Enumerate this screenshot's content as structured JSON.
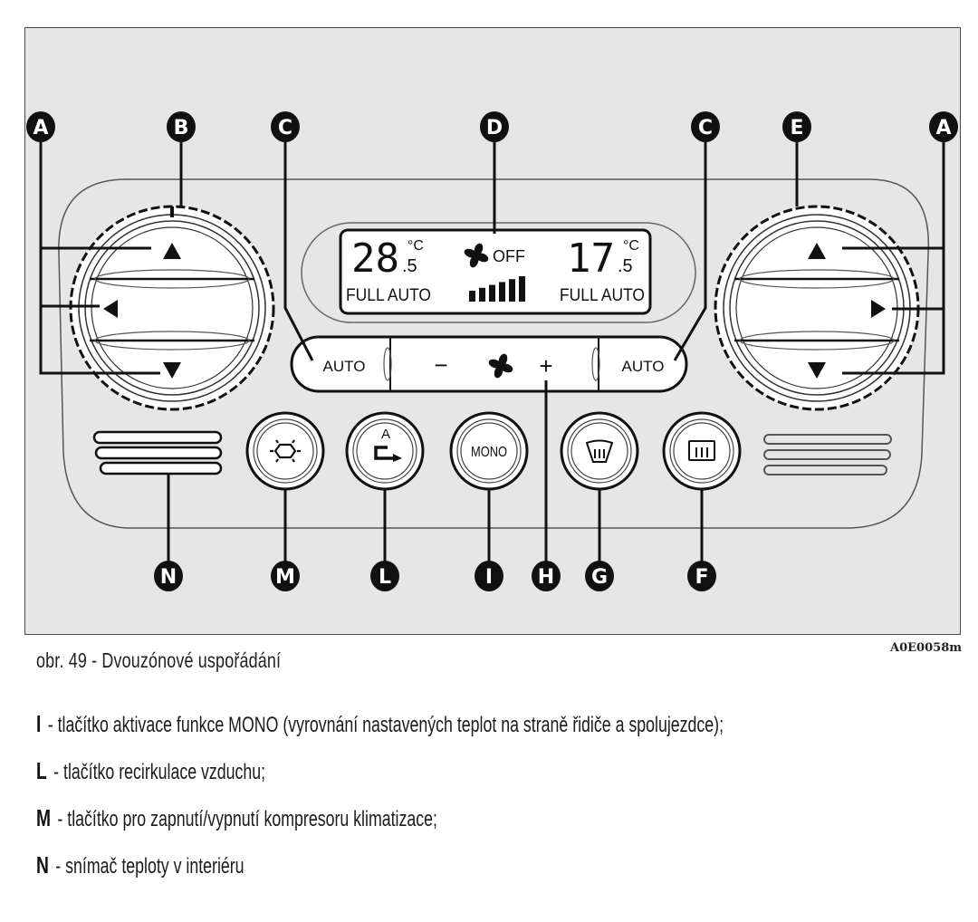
{
  "figure": {
    "caption": "obr. 49 - Dvouzónové uspořádání",
    "code": "A0E0058m",
    "callout_labels": {
      "A": "A",
      "B": "B",
      "C": "C",
      "D": "D",
      "E": "E",
      "F": "F",
      "G": "G",
      "H": "H",
      "I": "I",
      "L": "L",
      "M": "M",
      "N": "N"
    },
    "display": {
      "left_temp_main": "28",
      "left_temp_decimal": ".5",
      "left_unit": "°C",
      "left_mode": "FULL AUTO",
      "fan_status": "OFF",
      "fan_icon": "fan-icon",
      "right_temp_main": "17",
      "right_temp_decimal": ".5",
      "right_unit": "°C",
      "right_mode": "FULL AUTO",
      "fan_level_bars": 6
    },
    "controls": {
      "auto_left": "AUTO",
      "minus": "−",
      "plus": "+",
      "auto_right": "AUTO",
      "compressor_icon": "snowflake-icon",
      "recirculation_label": "A",
      "recirculation_icon": "recirculation-icon",
      "mono": "MONO",
      "windscreen_icon": "windscreen-defrost-icon",
      "rear_window_icon": "rear-window-defrost-icon"
    }
  },
  "legend": [
    {
      "key": "I",
      "text": "- tlačítko aktivace funkce MONO (vyrovnání nastavených teplot na straně řidiče a spolujezdce);"
    },
    {
      "key": "L",
      "text": "- tlačítko recirkulace vzduchu;"
    },
    {
      "key": "M",
      "text": "- tlačítko pro zapnutí/vypnutí kompresoru klimatizace;"
    },
    {
      "key": "N",
      "text": "- snímač teploty v interiéru"
    }
  ]
}
